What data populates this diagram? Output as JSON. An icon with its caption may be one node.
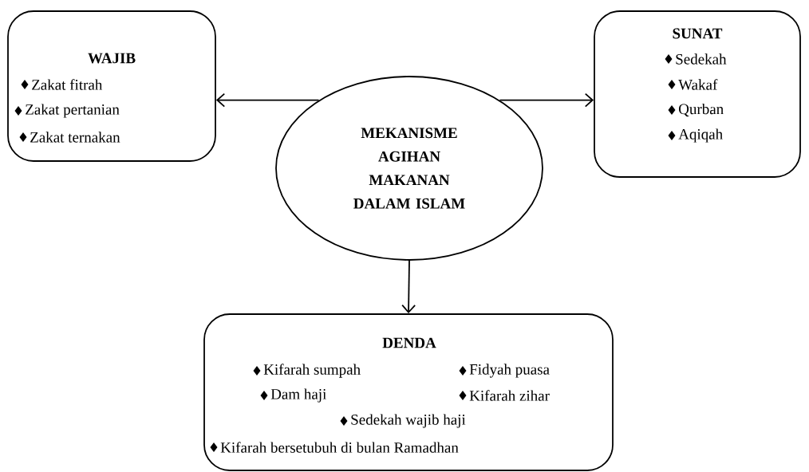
{
  "diagram": {
    "nodes": [
      {
        "text": [
          "MEKANISME AGIHAN MAKANAN DALAM ISLAM"
        ]
      },
      {
        "text": [
          "WAJIB",
          "Zakat fitrah",
          "Zakat pertanian",
          "Zakat ternakan"
        ]
      },
      {
        "text": [
          "SUNAT",
          "Sedekah",
          "Wakaf",
          "Qurban",
          "Aqiqah"
        ]
      },
      {
        "text": [
          "DENDA",
          "Kifarah sumpah",
          "Fidyah puasa",
          "Dam haji",
          "Kifarah zihar",
          "Sedekah wajib haji",
          "Kifarah bersetubuh di bulan Ramadhan"
        ]
      }
    ],
    "edges": [
      {
        "from": 0,
        "to": 1,
        "arrow": "to"
      },
      {
        "from": 0,
        "to": 2,
        "arrow": "to"
      },
      {
        "from": 0,
        "to": 3,
        "arrow": "to"
      }
    ]
  }
}
